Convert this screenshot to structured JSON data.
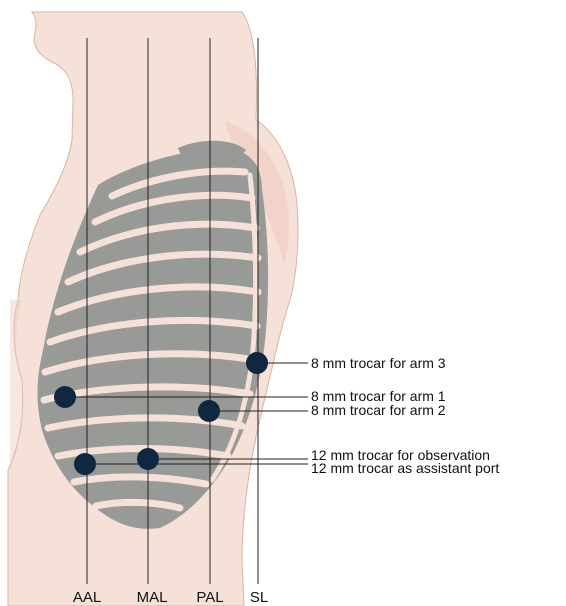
{
  "colors": {
    "skin": "#f6e1d9",
    "skin_shadow": "#ecc9bc",
    "skin_outline": "#d9b3a3",
    "ribs": "#989a97",
    "port_dot": "#0f2740",
    "lines": "#222222"
  },
  "reference_lines": [
    "AAL",
    "MAL",
    "PAL",
    "SL"
  ],
  "ports": [
    {
      "label": "8 mm trocar for arm 3",
      "line": "SL"
    },
    {
      "label": "8 mm trocar for arm 1",
      "line": "AAL"
    },
    {
      "label": "8 mm trocar for arm 2",
      "line": "PAL"
    },
    {
      "label": "12 mm trocar for observation",
      "line": "MAL"
    },
    {
      "label": "12 mm trocar as assistant port",
      "line": "AAL"
    }
  ]
}
